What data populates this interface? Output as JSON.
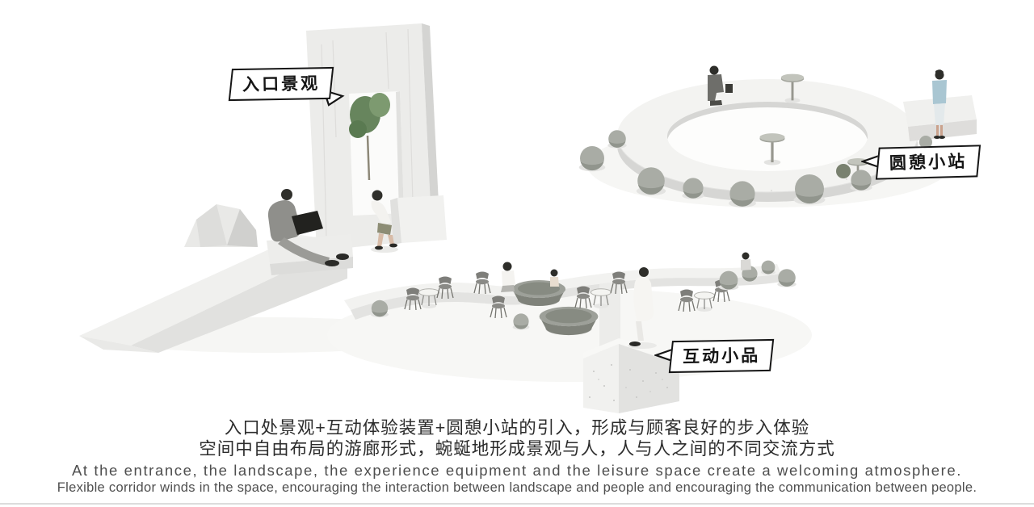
{
  "callouts": {
    "entrance": "入口景观",
    "round_station": "圆憩小站",
    "interactive": "互动小品"
  },
  "caption": {
    "zh_line1": "入口处景观+互动体验装置+圆憩小站的引入，形成与顾客良好的步入体验",
    "zh_line2": "空间中自由布局的游廊形式，蜿蜒地形成景观与人，人与人之间的不同交流方式",
    "en_line1": "At the entrance, the landscape, the experience equipment and the leisure space create a welcoming atmosphere.",
    "en_line2": "Flexible corridor winds in the space, encouraging the interaction between landscape and people and encouraging the communication between people."
  },
  "colors": {
    "background": "#ffffff",
    "ink": "#161616",
    "text_zh": "#2c2c2c",
    "text_en": "#4e4e4e",
    "divider": "#dcdcdc",
    "concrete_light": "#f2f2f0",
    "concrete_shadow": "#d6d6d4",
    "pouf_grey": "#a9aca5",
    "foliage_green": "#67855d",
    "figure_blue": "#a9c6d2"
  }
}
